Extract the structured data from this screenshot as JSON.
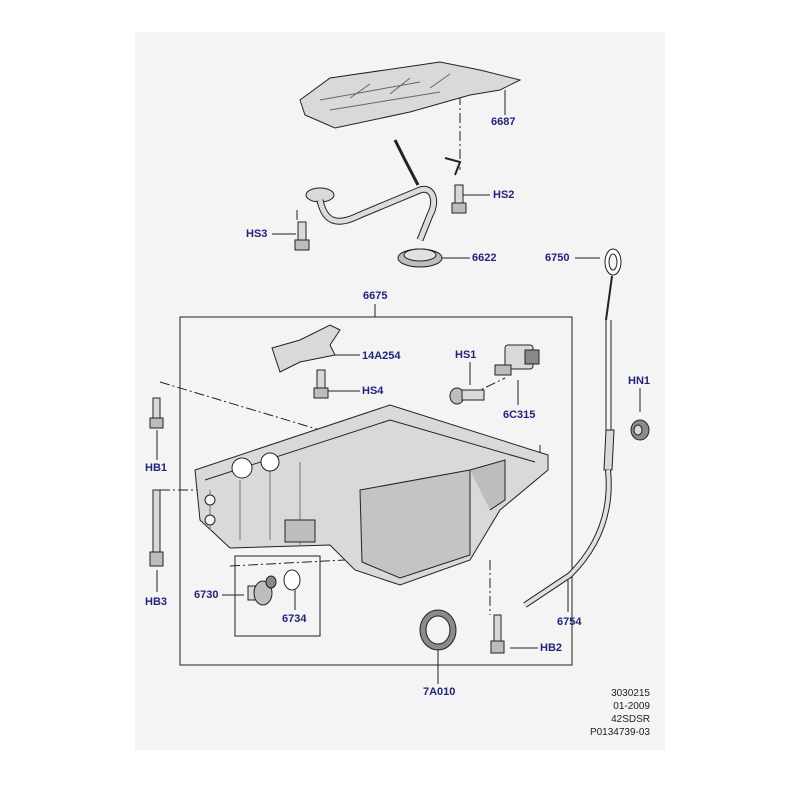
{
  "parts": {
    "p6687": "6687",
    "pHS2": "HS2",
    "pHS3": "HS3",
    "p6622": "6622",
    "p6750": "6750",
    "p6675": "6675",
    "p14A254": "14A254",
    "pHS1": "HS1",
    "pHS4": "HS4",
    "p6C315": "6C315",
    "pHN1": "HN1",
    "pHB1": "HB1",
    "pHB3": "HB3",
    "p6730": "6730",
    "p6734": "6734",
    "p6754": "6754",
    "pHB2": "HB2",
    "p7A010": "7A010"
  },
  "reference": {
    "line1": "3030215",
    "line2": "01-2009",
    "line3": "42SDSR",
    "line4": "P0134739-03"
  },
  "colors": {
    "label": "#23237a",
    "line": "#222222",
    "part_fill": "#d9d9d9",
    "part_dark": "#8a8a8a",
    "background": "#f4f4f4"
  }
}
